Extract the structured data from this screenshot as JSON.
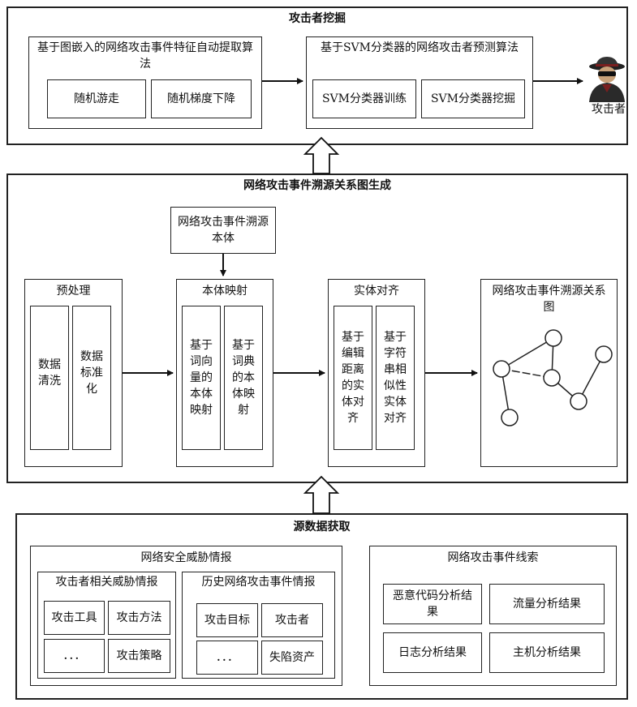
{
  "sections": {
    "mining": {
      "title": "攻击者挖掘",
      "feature_box": {
        "title": "基于图嵌入的网络攻击事件特征自动提取算法",
        "items": [
          "随机游走",
          "随机梯度下降"
        ]
      },
      "svm_box": {
        "title": "基于SVM分类器的网络攻击者预测算法",
        "items": [
          "SVM分类器训练",
          "SVM分类器挖掘"
        ]
      },
      "attacker_label": "攻击者"
    },
    "graph": {
      "title": "网络攻击事件溯源关系图生成",
      "ontology": "网络攻击事件溯源本体",
      "preprocess": {
        "title": "预处理",
        "items": [
          "数据清洗",
          "数据标准化"
        ]
      },
      "mapping": {
        "title": "本体映射",
        "items": [
          "基于词向量的本体映射",
          "基于词典的本体映射"
        ]
      },
      "alignment": {
        "title": "实体对齐",
        "items": [
          "基于编辑距离的实体对齐",
          "基于字符串相似性实体对齐"
        ]
      },
      "result": {
        "title": "网络攻击事件溯源关系图"
      }
    },
    "source": {
      "title": "源数据获取",
      "threat": {
        "title": "网络安全威胁情报",
        "attacker_intel": {
          "title": "攻击者相关威胁情报",
          "items": [
            "攻击工具",
            "攻击方法",
            "．．．",
            "攻击策略"
          ]
        },
        "history_intel": {
          "title": "历史网络攻击事件情报",
          "items": [
            "攻击目标",
            "攻击者",
            "．．．",
            "失陷资产"
          ]
        }
      },
      "clues": {
        "title": "网络攻击事件线索",
        "items": [
          "恶意代码分析结果",
          "流量分析结果",
          "日志分析结果",
          "主机分析结果"
        ]
      }
    }
  }
}
